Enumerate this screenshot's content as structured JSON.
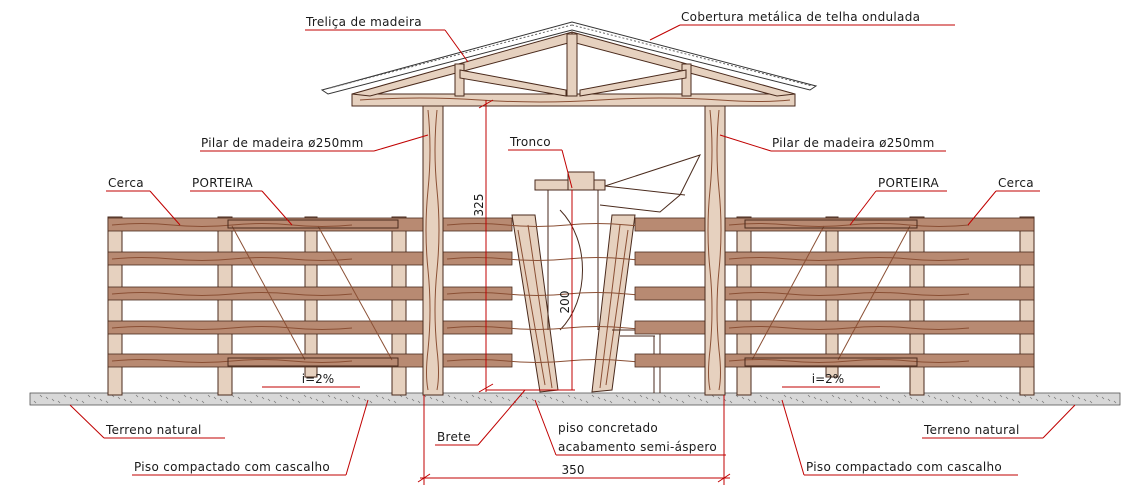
{
  "labels": {
    "trelica": "Treliça de madeira",
    "cobertura": "Cobertura metálica de telha ondulada",
    "pilar_esq": "Pilar de madeira ø250mm",
    "pilar_dir": "Pilar de madeira ø250mm",
    "tronco": "Tronco",
    "cerca_esq": "Cerca",
    "cerca_dir": "Cerca",
    "porteira_esq": "PORTEIRA",
    "porteira_dir": "PORTEIRA",
    "terreno_esq": "Terreno natural",
    "terreno_dir": "Terreno natural",
    "brete": "Brete",
    "piso_concretado_1": "piso concretado",
    "piso_concretado_2": "acabamento semi-áspero",
    "piso_compactado_esq": "Piso compactado com cascalho",
    "piso_compactado_dir": "Piso compactado com cascalho",
    "slope_esq": "i=2%",
    "slope_dir": "i=2%"
  },
  "dimensions": {
    "altura_pilar": "325",
    "altura_brete": "200",
    "largura": "350"
  },
  "colors": {
    "wood_fill": "#e6d1bf",
    "wood_outline": "#4a2a1c",
    "plank": "#b88a72",
    "leader": "#c00000",
    "ground": "#d8d8d8"
  }
}
